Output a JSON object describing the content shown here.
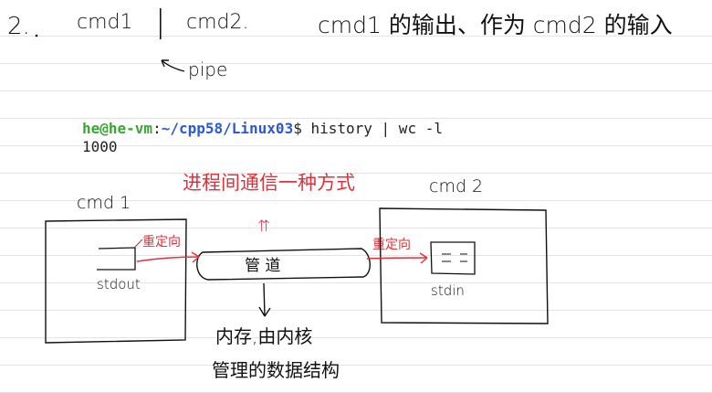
{
  "notes": {
    "item_number": "2.",
    "command_left": "cmd1",
    "pipe_char": "|",
    "command_right": "cmd2.",
    "explanation": "cmd1 的输出、作为 cmd2 的输入",
    "pipe_label": "pipe"
  },
  "terminal": {
    "user_host": "he@he-vm",
    "colon": ":",
    "path": "~/cpp58/Linux03",
    "prompt_symbol": "$",
    "command": " history | wc -l",
    "output": "1000"
  },
  "diagram": {
    "title": "进程间通信一种方式",
    "left_box_label": "cmd 1",
    "right_box_label": "cmd 2",
    "stdout_label": "stdout",
    "stdin_label": "stdin",
    "redirect_left": "重定向",
    "redirect_right": "重定向",
    "pipe_box_label": "管 道",
    "up_arrows": "⇈",
    "kernel_note_line1": "内存,由内核",
    "kernel_note_line2": "管理的数据结构",
    "colors": {
      "ink": "#111111",
      "red": "#e0303a",
      "user": "#36a832",
      "path": "#2b59d6"
    }
  }
}
